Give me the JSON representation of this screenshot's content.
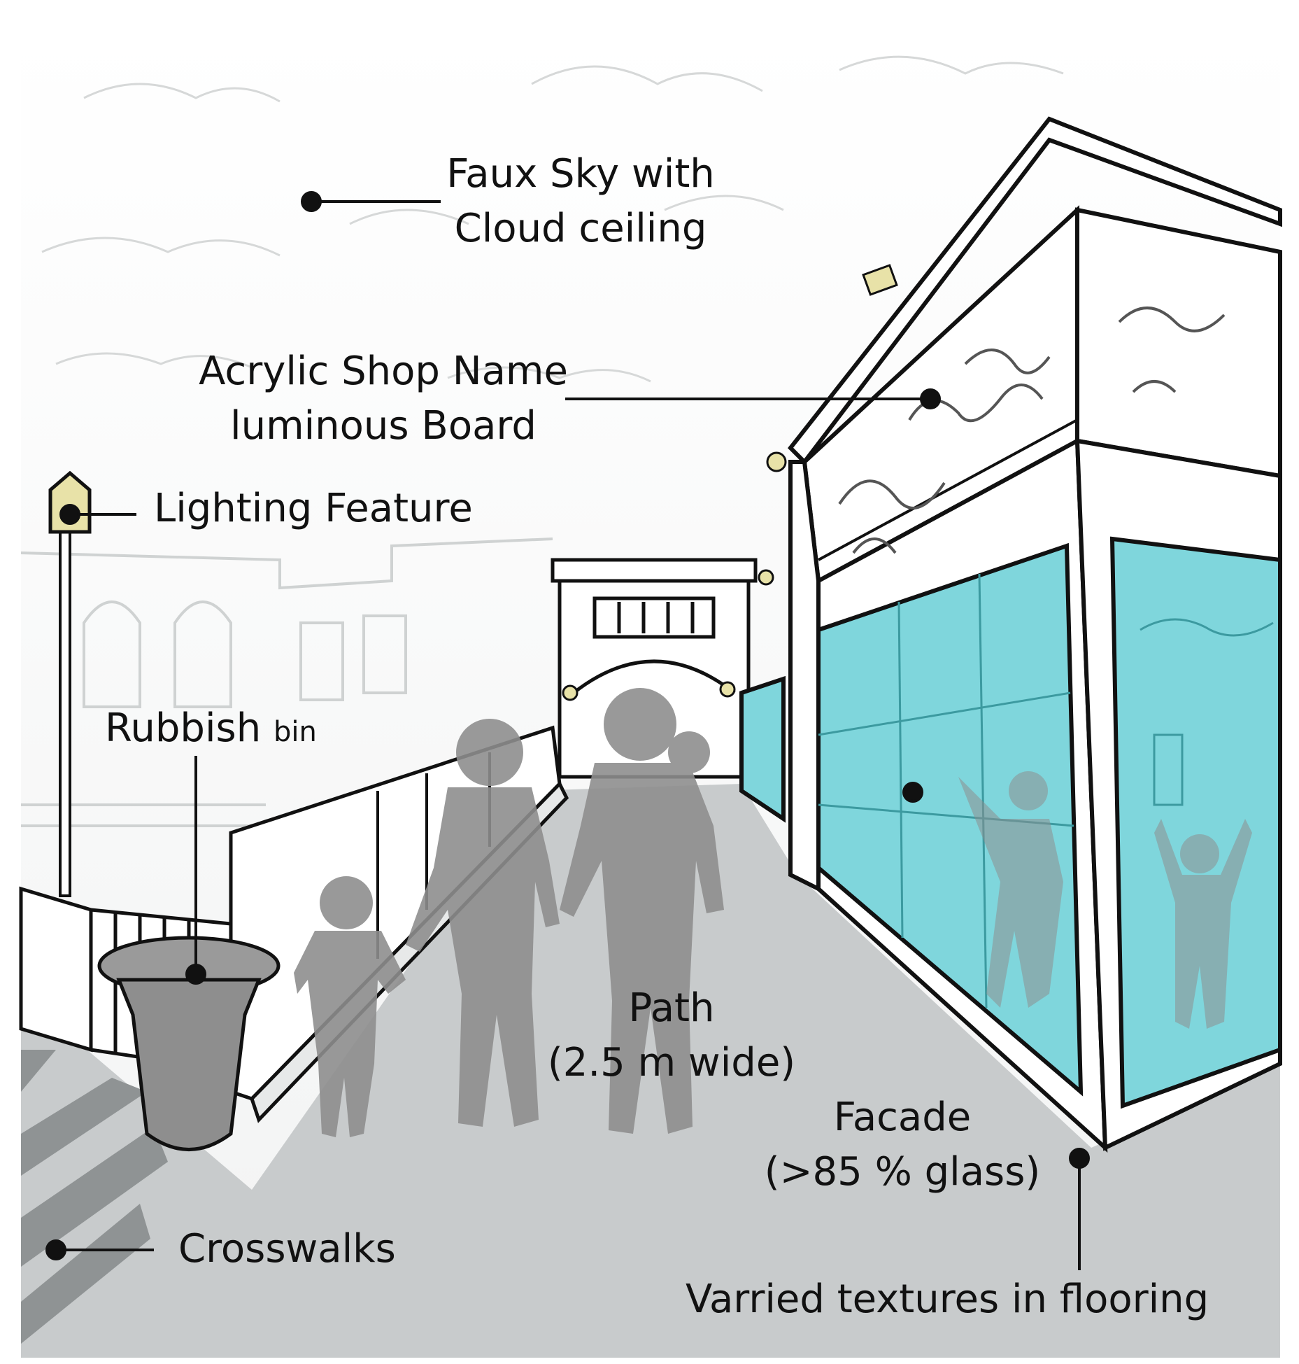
{
  "labels": {
    "sky_line1": "Faux Sky with",
    "sky_line2": "Cloud ceiling",
    "acrylic_line1": "Acrylic Shop Name",
    "acrylic_line2": "luminous Board",
    "lighting": "Lighting Feature",
    "rubbish_main": "Rubbish",
    "rubbish_small": "bin",
    "path_line1": "Path",
    "path_line2": "(2.5 m wide)",
    "facade_line1": "Facade",
    "facade_line2": "(>85 % glass)",
    "crosswalks": "Crosswalks",
    "flooring": "Varried textures in flooring"
  },
  "colors": {
    "glass": "#7fd6dc",
    "floor": "#c8cbcc",
    "silhouette": "#8e8e8e",
    "lamp_glow": "#e8e2a8",
    "crosswalk": "#8f9394",
    "line": "#111111"
  }
}
